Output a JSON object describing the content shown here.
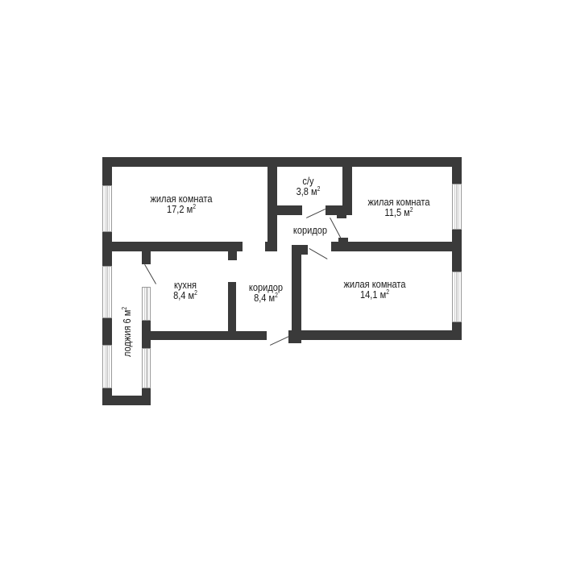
{
  "floor_plan": {
    "unit": "м",
    "rooms": [
      {
        "id": "living-1",
        "name": "жилая комната",
        "area": "17,2 м",
        "area_value": 17.2
      },
      {
        "id": "bathroom",
        "name": "с/у",
        "area": "3,8 м",
        "area_value": 3.8
      },
      {
        "id": "living-2",
        "name": "жилая комната",
        "area": "11,5 м",
        "area_value": 11.5
      },
      {
        "id": "corridor-small",
        "name": "коридор",
        "area": "",
        "area_value": null
      },
      {
        "id": "kitchen",
        "name": "кухня",
        "area": "8,4 м",
        "area_value": 8.4
      },
      {
        "id": "corridor-main",
        "name": "коридор",
        "area": "8,4 м",
        "area_value": 8.4
      },
      {
        "id": "living-3",
        "name": "жилая комната",
        "area": "14,1 м",
        "area_value": 14.1
      },
      {
        "id": "loggia",
        "name": "лоджия 6 м",
        "area": "6 м",
        "area_value": 6
      }
    ],
    "sup": "2",
    "colors": {
      "wall": "#3a3a3a",
      "background": "#ffffff",
      "window": "#9a9a9a"
    }
  }
}
